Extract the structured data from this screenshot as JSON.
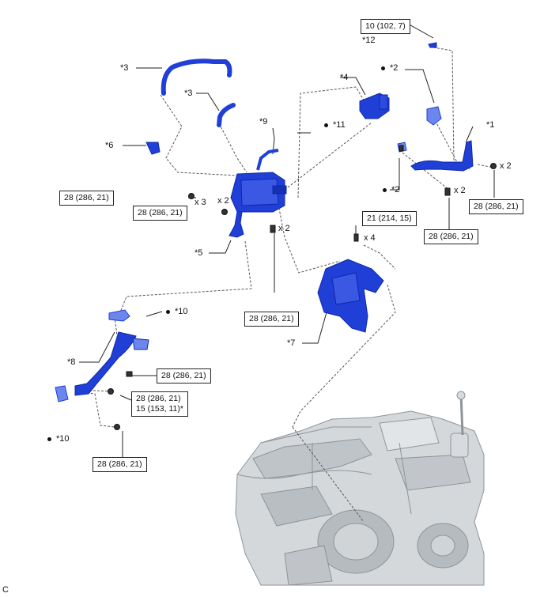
{
  "diagram": {
    "corner_letter": "C",
    "colors": {
      "part": "#1f3fd6",
      "part_dark": "#0d2aa8",
      "line": "#555555",
      "engine": "#bfc4c8"
    },
    "callouts": {
      "c1": "*1",
      "c2a": "*2",
      "c2b": "*2",
      "c3a": "*3",
      "c3b": "*3",
      "c4": "*4",
      "c5": "*5",
      "c6": "*6",
      "c7": "*7",
      "c8": "*8",
      "c9": "*9",
      "c10a": "*10",
      "c10b": "*10",
      "c11": "*11",
      "c12": "*12"
    },
    "torques": {
      "t_top": "10 (102, 7)",
      "t_left_a": "28 (286, 21)",
      "t_left_b": "28 (286, 21)",
      "t_mid": "28 (286, 21)",
      "t_right_a": "28 (286, 21)",
      "t_right_b": "28 (286, 21)",
      "t_bracket": "21 (214, 15)",
      "t_pipe_a": "28 (286, 21)",
      "t_pipe_b1": "28 (286, 21)",
      "t_pipe_b2": "15 (153, 11)*",
      "t_bottom": "28 (286, 21)"
    },
    "quantities": {
      "q_x3": "x 3",
      "q_x2a": "x 2",
      "q_x2b": "x 2",
      "q_x2c": "x 2",
      "q_x2d": "x 2",
      "q_x4": "x 4"
    }
  }
}
